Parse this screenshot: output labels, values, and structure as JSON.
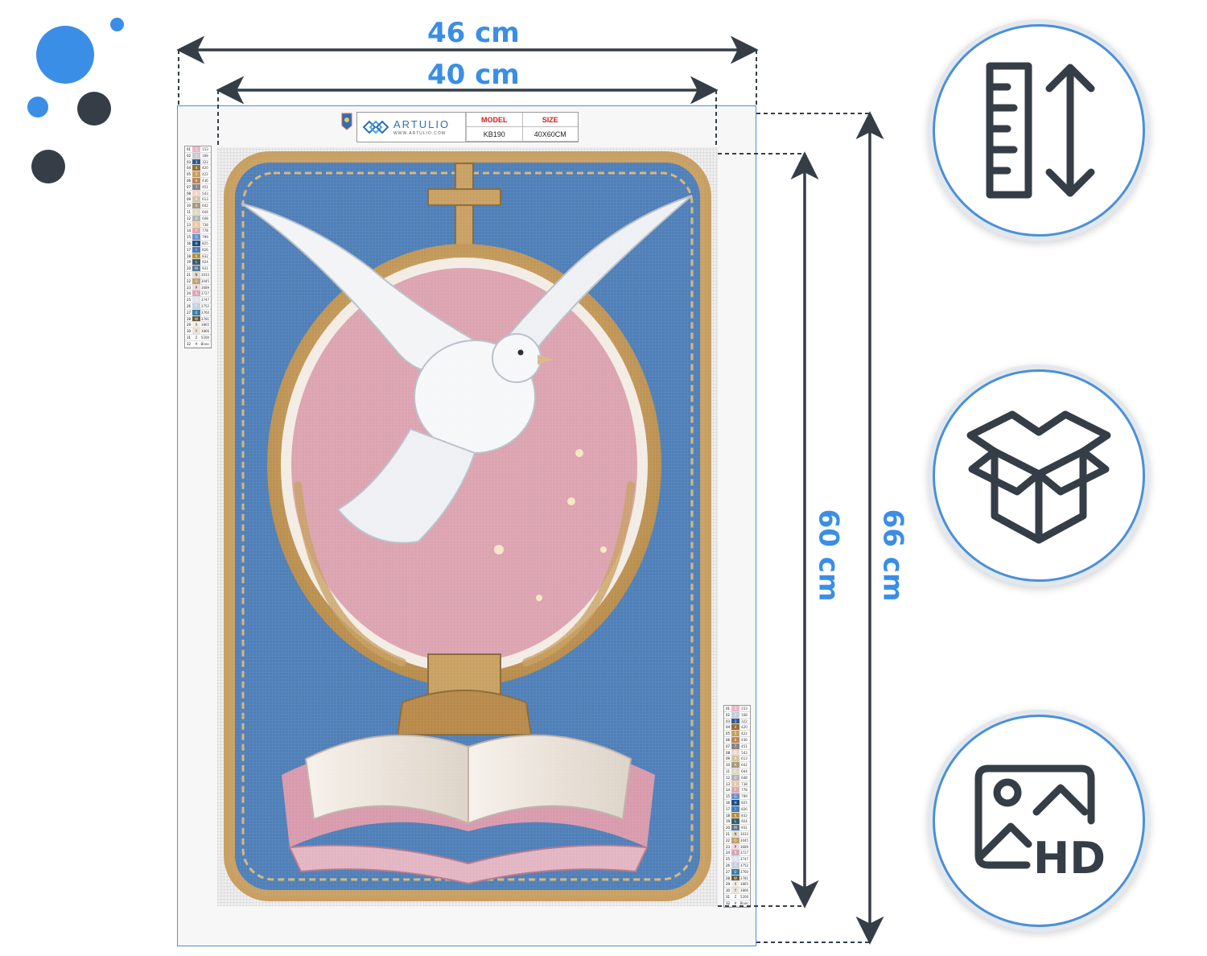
{
  "colors": {
    "accent": "#3a8ee6",
    "dark": "#353e47",
    "frame": "#4a90e2",
    "canvas_blue": "#4f7fb8",
    "canvas_pink": "#dca3b0",
    "gold": "#c8a063"
  },
  "dimensions": {
    "outer_width": "46 cm",
    "inner_width": "40 cm",
    "inner_height": "60 cm",
    "outer_height": "66 cm"
  },
  "product": {
    "brand": "ARTULIO",
    "url": "WWW.ARTULIO.COM",
    "model_label": "MODEL",
    "size_label": "SIZE",
    "model": "KB190",
    "size": "40X60CM",
    "artwork": "dove-chalice-book"
  },
  "legend": {
    "rows": [
      {
        "no": "01",
        "sym": "1",
        "code": "153",
        "color": "#e9b7c9"
      },
      {
        "no": "02",
        "sym": "2",
        "code": "168",
        "color": "#c7ccd1"
      },
      {
        "no": "03",
        "sym": "3",
        "code": "322",
        "color": "#2f5d8f"
      },
      {
        "no": "04",
        "sym": "4",
        "code": "420",
        "color": "#9c6b34"
      },
      {
        "no": "05",
        "sym": "5",
        "code": "422",
        "color": "#c8a063"
      },
      {
        "no": "06",
        "sym": "6",
        "code": "436",
        "color": "#b8865a"
      },
      {
        "no": "07",
        "sym": "7",
        "code": "451",
        "color": "#8c8484"
      },
      {
        "no": "08",
        "sym": "8",
        "code": "543",
        "color": "#eed6c8"
      },
      {
        "no": "09",
        "sym": "9",
        "code": "613",
        "color": "#d4c4a4"
      },
      {
        "no": "10",
        "sym": "A",
        "code": "642",
        "color": "#a89a7c"
      },
      {
        "no": "11",
        "sym": "C",
        "code": "644",
        "color": "#ddd8c4"
      },
      {
        "no": "12",
        "sym": "D",
        "code": "648",
        "color": "#b3b3b3"
      },
      {
        "no": "13",
        "sym": "E",
        "code": "738",
        "color": "#e8c9a0"
      },
      {
        "no": "14",
        "sym": "F",
        "code": "778",
        "color": "#dfa8ae"
      },
      {
        "no": "15",
        "sym": "G",
        "code": "799",
        "color": "#6b90c8"
      },
      {
        "no": "16",
        "sym": "H",
        "code": "825",
        "color": "#1f4e82"
      },
      {
        "no": "17",
        "sym": "I",
        "code": "826",
        "color": "#4a7db5"
      },
      {
        "no": "18",
        "sym": "K",
        "code": "832",
        "color": "#b58f3c"
      },
      {
        "no": "19",
        "sym": "L",
        "code": "924",
        "color": "#3f5d66"
      },
      {
        "no": "20",
        "sym": "M",
        "code": "931",
        "color": "#5a7a96"
      },
      {
        "no": "21",
        "sym": "N",
        "code": "3033",
        "color": "#e3dccf"
      },
      {
        "no": "22",
        "sym": "O",
        "code": "3045",
        "color": "#bfa071"
      },
      {
        "no": "23",
        "sym": "P",
        "code": "3689",
        "color": "#f4d4de"
      },
      {
        "no": "24",
        "sym": "R",
        "code": "3727",
        "color": "#d6a8b4"
      },
      {
        "no": "25",
        "sym": "S",
        "code": "3747",
        "color": "#dde4f0"
      },
      {
        "no": "26",
        "sym": "T",
        "code": "3752",
        "color": "#c4d2e0"
      },
      {
        "no": "27",
        "sym": "U",
        "code": "3760",
        "color": "#3f7ca8"
      },
      {
        "no": "28",
        "sym": "W",
        "code": "3781",
        "color": "#6b5740"
      },
      {
        "no": "29",
        "sym": "X",
        "code": "3865",
        "color": "#f2efe8"
      },
      {
        "no": "30",
        "sym": "Y",
        "code": "3866",
        "color": "#ece4d8"
      },
      {
        "no": "31",
        "sym": "Z",
        "code": "5200",
        "color": "#fdfdfd"
      },
      {
        "no": "32",
        "sym": "#",
        "code": "Blanc",
        "color": "#ffffff"
      }
    ]
  },
  "icons": [
    {
      "name": "ruler-height-icon",
      "meaning": "dimensions"
    },
    {
      "name": "package-box-icon",
      "meaning": "package"
    },
    {
      "name": "hd-image-icon",
      "meaning": "hd-quality",
      "label": "HD"
    }
  ]
}
